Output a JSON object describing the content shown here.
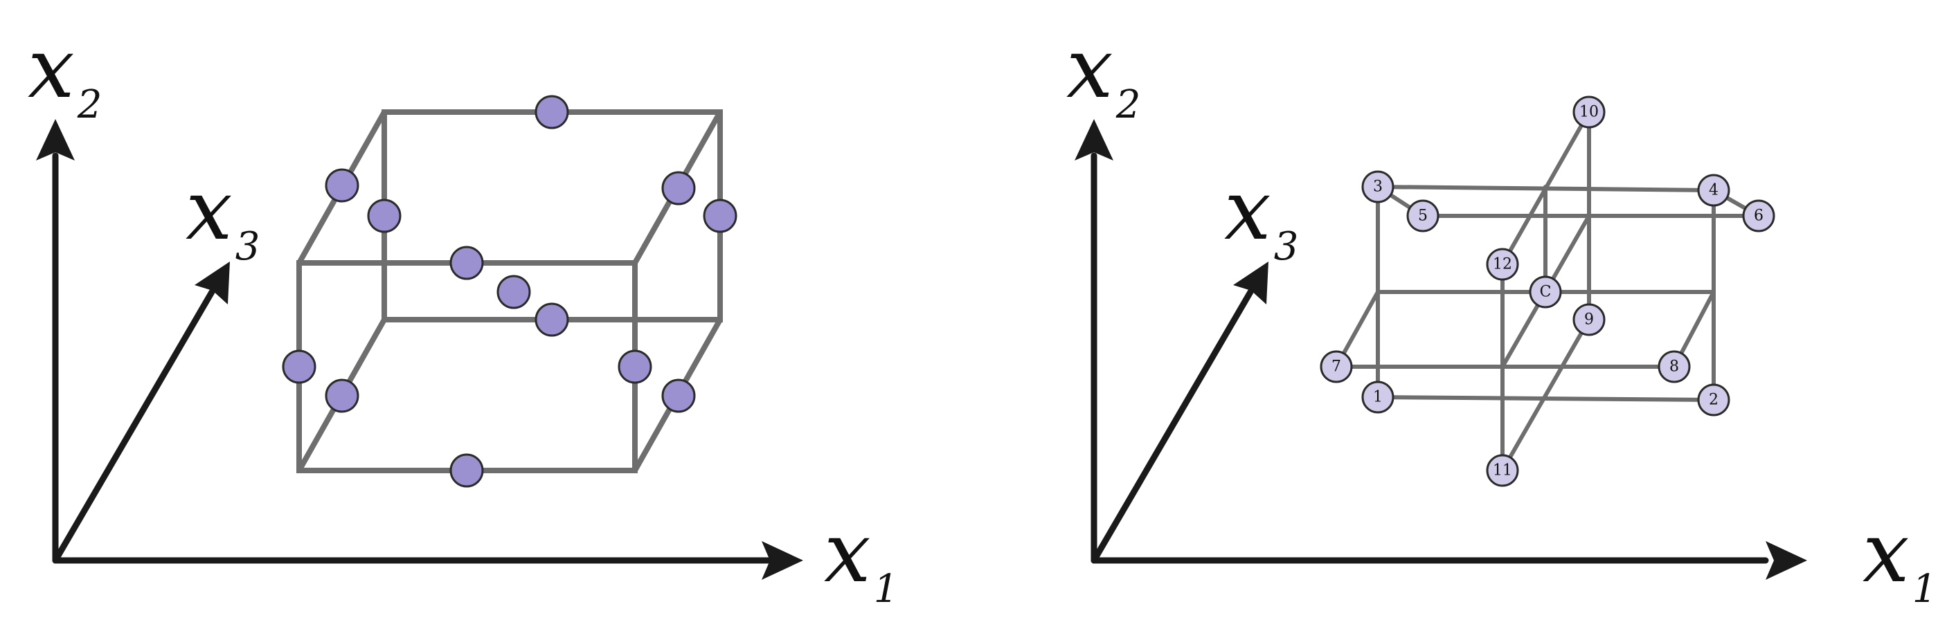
{
  "left_panel": {
    "axes": {
      "x1": {
        "letter": "x",
        "subscript": "1"
      },
      "x2": {
        "letter": "x",
        "subscript": "2"
      },
      "x3": {
        "letter": "x",
        "subscript": "3"
      }
    }
  },
  "right_panel": {
    "axes": {
      "x1": {
        "letter": "x",
        "subscript": "1"
      },
      "x2": {
        "letter": "x",
        "subscript": "2"
      },
      "x3": {
        "letter": "x",
        "subscript": "3"
      }
    },
    "nodes": {
      "n1": "1",
      "n2": "2",
      "n3": "3",
      "n4": "4",
      "n5": "5",
      "n6": "6",
      "n7": "7",
      "n8": "8",
      "n9": "9",
      "n10": "10",
      "n11": "11",
      "n12": "12",
      "center": "C"
    }
  },
  "colors": {
    "axis": "#1a1a1a",
    "edge": "#6e6e6e",
    "point_fill_left": "#9b91d1",
    "point_fill_right": "#cfcbe8",
    "point_stroke": "#2b2b2b"
  }
}
